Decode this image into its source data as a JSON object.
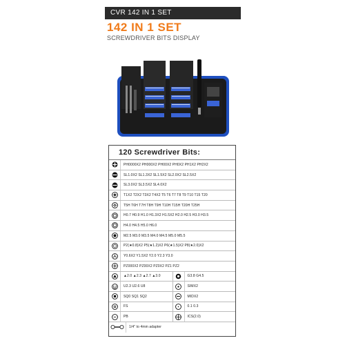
{
  "header": {
    "brand_bar": "CVR 142 IN 1 SET",
    "title": "142 IN 1 SET",
    "subtitle": "SCREWDRIVER BITS DISPLAY"
  },
  "colors": {
    "accent": "#f07b1a",
    "bar": "#2b2b2b",
    "case_blue": "#1e4fbf"
  },
  "table": {
    "title": "120 Screwdriver Bits:",
    "rows": [
      {
        "cells": [
          {
            "icon": "phillips-icon",
            "text": "PH0000X2 PH000X2 PH00X2 PH0X2 PH1X2 PH2X2"
          }
        ]
      },
      {
        "cells": [
          {
            "icon": "slotted-icon",
            "text": "SL1.0X2 SL1.3X2 SL1.5X2 SL2.0X2 SL2.5X2"
          }
        ]
      },
      {
        "cells": [
          {
            "icon": "slotted-icon",
            "text": "SL3.0X2 SL3.5X2 SL4.0X2"
          }
        ]
      },
      {
        "cells": [
          {
            "icon": "torx-icon",
            "text": "T1X2 T2X2 T3X2 T4X2 T5 T6 T7 T8 T9 T10 T15 T20"
          }
        ]
      },
      {
        "cells": [
          {
            "icon": "torx-security-icon",
            "text": "T5H T6H T7H T8H T9H T10H T15H T20H T25H"
          }
        ]
      },
      {
        "cells": [
          {
            "icon": "hex-icon",
            "text": "H0.7 H0.9 H1.0 H1.3X2 H1.5X2 H2.0 H2.5 H3.0 H3.5"
          }
        ]
      },
      {
        "cells": [
          {
            "icon": "hex-icon",
            "text": "H4.0 H4.5 H5.0 H6.0"
          }
        ]
      },
      {
        "cells": [
          {
            "icon": "socket-icon",
            "text": "M2.5 M3.0 M3.5 M4.0 M4.5 M5.0 M5.5"
          }
        ]
      },
      {
        "cells": [
          {
            "icon": "pentalobe-icon",
            "text": "P2(★0.8)X2 P5(★1.2)X2 P6(★1.5)X2 P8(★2.0)X2"
          }
        ]
      },
      {
        "cells": [
          {
            "icon": "tri-wing-icon",
            "text": "Y0.6X2 Y1.5X2 Y2.0 Y2.3 Y3.0"
          }
        ]
      },
      {
        "cells": [
          {
            "icon": "pozidriv-icon",
            "text": "PZ000X2 PZ00X2 PZ0X2 PZ1 PZ2"
          }
        ]
      },
      {
        "cells": [
          {
            "icon": "triangle-icon",
            "text": "▲2.0 ▲2.3 ▲2.7 ▲3.0"
          },
          {
            "icon": "gear-icon",
            "text": "G3.8 G4.5"
          }
        ]
      },
      {
        "cells": [
          {
            "icon": "u-shape-icon",
            "text": "U2.3 U2.6 U8"
          },
          {
            "icon": "sim-icon",
            "text": "SIMX2"
          }
        ]
      },
      {
        "cells": [
          {
            "icon": "square-icon",
            "text": "SQ0 SQ1 SQ2"
          },
          {
            "icon": "mid-icon",
            "text": "MIDX2"
          }
        ]
      },
      {
        "cells": [
          {
            "icon": "fs-icon",
            "text": "FS"
          },
          {
            "icon": "dot-icon",
            "text": "0.1 0.3"
          }
        ]
      },
      {
        "cells": [
          {
            "icon": "pb-icon",
            "text": "PB"
          },
          {
            "icon": "ics-icon",
            "text": "ICS(2.0)"
          }
        ]
      },
      {
        "cells": [
          {
            "icon": "adapter-icon",
            "text": "1/4\" to 4mm adapter"
          }
        ]
      }
    ]
  }
}
